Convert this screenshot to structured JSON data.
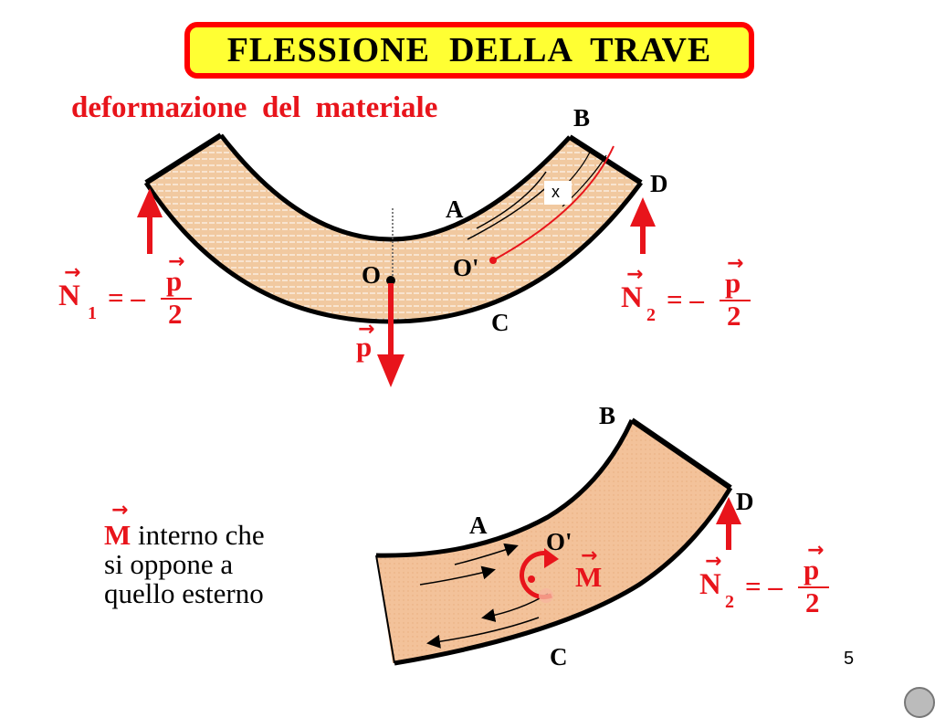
{
  "title": "FLESSIONE  DELLA  TRAVE",
  "subtitle": "deformazione  del  materiale",
  "top_diagram": {
    "label_B": "B",
    "label_D": "D",
    "label_A": "A",
    "label_C": "C",
    "label_O": "O",
    "label_Oprime": "O'",
    "label_x": "x",
    "n1_symbol": "N",
    "n1_sub": "1",
    "n2_symbol": "N",
    "n2_sub": "2",
    "equals_minus": "= –",
    "p_symbol": "p",
    "denominator": "2",
    "p_weight": "p"
  },
  "bottom_diagram": {
    "label_B": "B",
    "label_D": "D",
    "label_A": "A",
    "label_C": "C",
    "label_Oprime": "O'",
    "m_symbol": "M",
    "n2_symbol": "N",
    "n2_sub": "2",
    "equals_minus": "= –",
    "p_symbol": "p",
    "denominator": "2"
  },
  "note": {
    "m_symbol": "M",
    "line1": " interno che",
    "line2": "si  oppone  a",
    "line3": "quello esterno"
  },
  "page_number": "5",
  "colors": {
    "beam_fill": "#f1c9a0",
    "red": "#e8141b",
    "title_bg": "#ffff33",
    "title_border": "#ff0000"
  }
}
